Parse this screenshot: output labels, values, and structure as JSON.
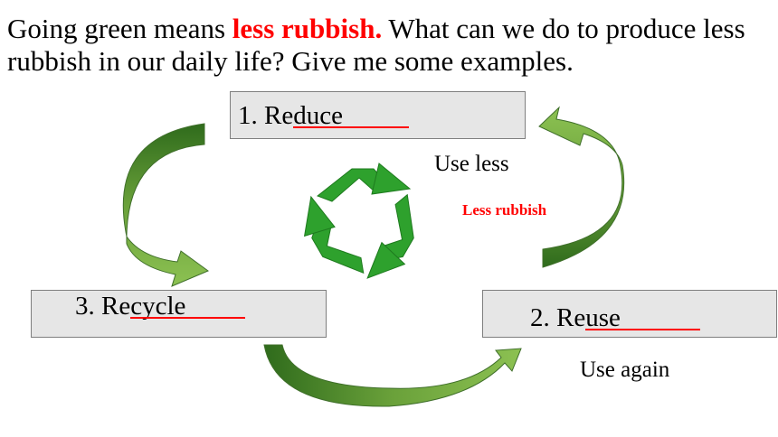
{
  "title": {
    "before": "Going green means ",
    "highlight": "less rubbish.",
    "after": " What can we do to produce less rubbish in our daily life? Give me some examples."
  },
  "reduce": {
    "prefix": "1. Re",
    "fill": "duce",
    "note": "Use less"
  },
  "reuse": {
    "prefix": "2. Re",
    "fill": "use",
    "note": "Use again"
  },
  "recycle": {
    "prefix": "3. Re",
    "fill": "cycle"
  },
  "center_label": "Less rubbish",
  "colors": {
    "highlight": "#ff0000",
    "arrow_green": "#6aa13a",
    "arrow_dark": "#2f6b1c",
    "logo_green": "#2ea12d",
    "box_fill": "#e6e6e6"
  }
}
